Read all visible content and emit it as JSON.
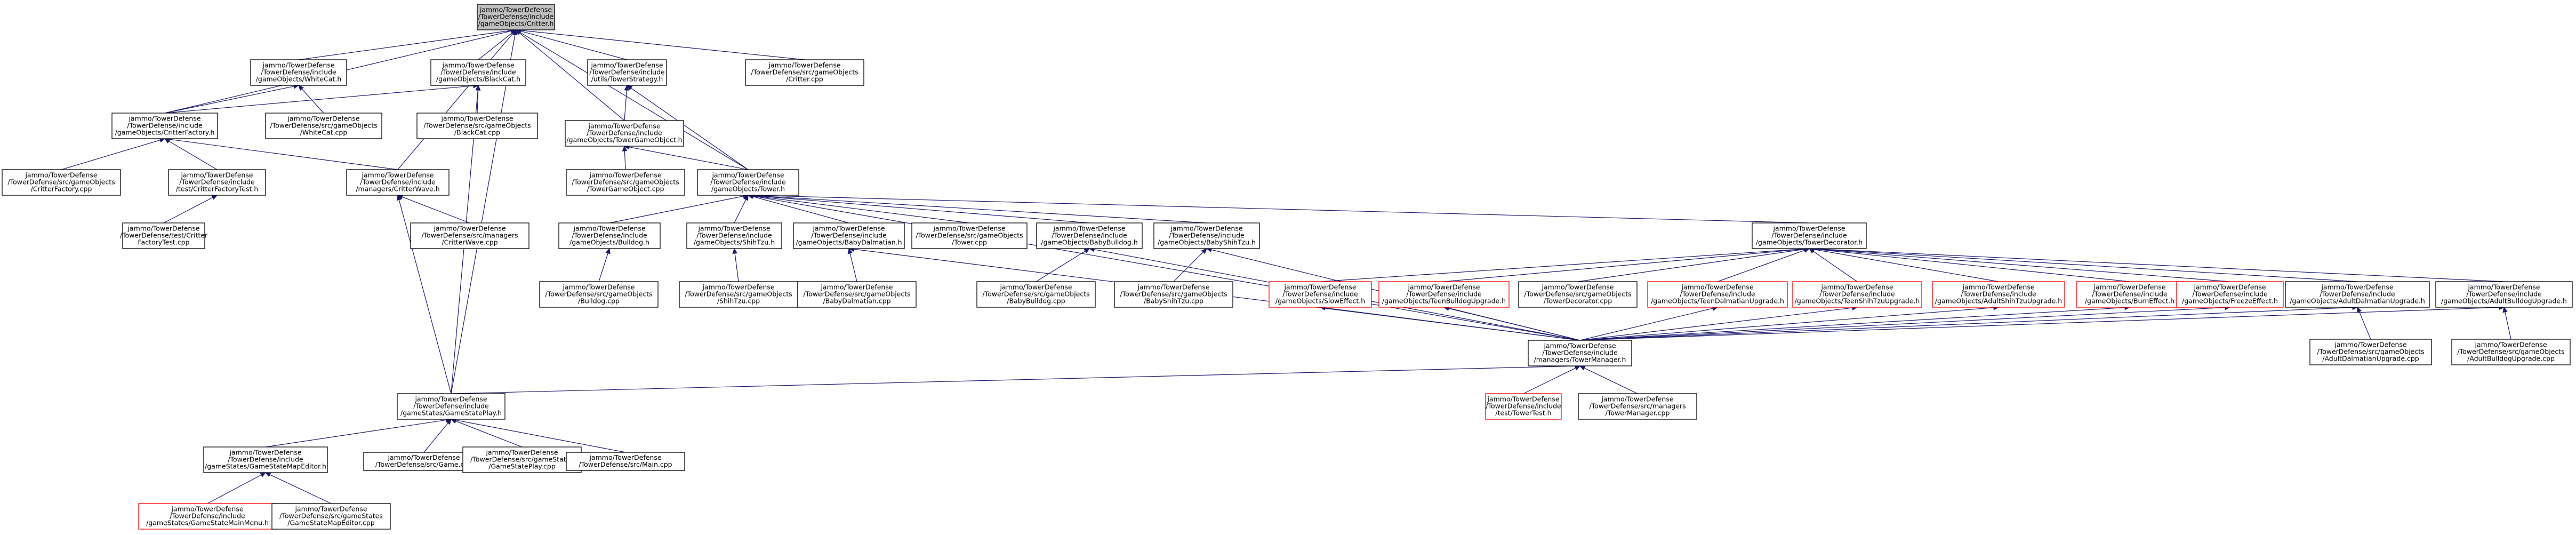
{
  "colors": {
    "edge": "#191970",
    "box_border": "#000000",
    "box_border_incomplete": "#ff0000",
    "root_fill": "#bfbfbf",
    "background": "#ffffff"
  },
  "nodes": [
    {
      "id": "n_critter_h",
      "lines": [
        "jammo/TowerDefense",
        "/TowerDefense/include",
        "/gameObjects/Critter.h"
      ],
      "style": "root"
    },
    {
      "id": "n_whitecat_h",
      "lines": [
        "jammo/TowerDefense",
        "/TowerDefense/include",
        "/gameObjects/WhiteCat.h"
      ],
      "style": "normal"
    },
    {
      "id": "n_blackcat_h",
      "lines": [
        "jammo/TowerDefense",
        "/TowerDefense/include",
        "/gameObjects/BlackCat.h"
      ],
      "style": "normal"
    },
    {
      "id": "n_towerstrategy_h",
      "lines": [
        "jammo/TowerDefense",
        "/TowerDefense/include",
        "/utils/TowerStrategy.h"
      ],
      "style": "normal"
    },
    {
      "id": "n_critter_cpp",
      "lines": [
        "jammo/TowerDefense",
        "/TowerDefense/src/gameObjects",
        "/Critter.cpp"
      ],
      "style": "normal"
    },
    {
      "id": "n_critterfactory_h",
      "lines": [
        "jammo/TowerDefense",
        "/TowerDefense/include",
        "/gameObjects/CritterFactory.h"
      ],
      "style": "normal"
    },
    {
      "id": "n_whitecat_cpp",
      "lines": [
        "jammo/TowerDefense",
        "/TowerDefense/src/gameObjects",
        "/WhiteCat.cpp"
      ],
      "style": "normal"
    },
    {
      "id": "n_blackcat_cpp",
      "lines": [
        "jammo/TowerDefense",
        "/TowerDefense/src/gameObjects",
        "/BlackCat.cpp"
      ],
      "style": "normal"
    },
    {
      "id": "n_towergameobject_h",
      "lines": [
        "jammo/TowerDefense",
        "/TowerDefense/include",
        "/gameObjects/TowerGameObject.h"
      ],
      "style": "normal"
    },
    {
      "id": "n_critterfactory_cpp",
      "lines": [
        "jammo/TowerDefense",
        "/TowerDefense/src/gameObjects",
        "/CritterFactory.cpp"
      ],
      "style": "normal"
    },
    {
      "id": "n_critterfactorytest_h",
      "lines": [
        "jammo/TowerDefense",
        "/TowerDefense/include",
        "/test/CritterFactoryTest.h"
      ],
      "style": "normal"
    },
    {
      "id": "n_critterwave_h",
      "lines": [
        "jammo/TowerDefense",
        "/TowerDefense/include",
        "/managers/CritterWave.h"
      ],
      "style": "normal"
    },
    {
      "id": "n_towergameobject_cpp",
      "lines": [
        "jammo/TowerDefense",
        "/TowerDefense/src/gameObjects",
        "/TowerGameObject.cpp"
      ],
      "style": "normal"
    },
    {
      "id": "n_tower_h",
      "lines": [
        "jammo/TowerDefense",
        "/TowerDefense/include",
        "/gameObjects/Tower.h"
      ],
      "style": "normal"
    },
    {
      "id": "n_critterfactorytest_cpp",
      "lines": [
        "jammo/TowerDefense",
        "/TowerDefense/test/Critter",
        "FactoryTest.cpp"
      ],
      "style": "normal"
    },
    {
      "id": "n_critterwave_cpp",
      "lines": [
        "jammo/TowerDefense",
        "/TowerDefense/src/managers",
        "/CritterWave.cpp"
      ],
      "style": "normal"
    },
    {
      "id": "n_bulldog_h",
      "lines": [
        "jammo/TowerDefense",
        "/TowerDefense/include",
        "/gameObjects/Bulldog.h"
      ],
      "style": "normal"
    },
    {
      "id": "n_shihtzu_h",
      "lines": [
        "jammo/TowerDefense",
        "/TowerDefense/include",
        "/gameObjects/ShihTzu.h"
      ],
      "style": "normal"
    },
    {
      "id": "n_babydalmatian_h",
      "lines": [
        "jammo/TowerDefense",
        "/TowerDefense/include",
        "/gameObjects/BabyDalmatian.h"
      ],
      "style": "normal"
    },
    {
      "id": "n_tower_cpp",
      "lines": [
        "jammo/TowerDefense",
        "/TowerDefense/src/gameObjects",
        "/Tower.cpp"
      ],
      "style": "normal"
    },
    {
      "id": "n_babybulldog_h",
      "lines": [
        "jammo/TowerDefense",
        "/TowerDefense/include",
        "/gameObjects/BabyBulldog.h"
      ],
      "style": "normal"
    },
    {
      "id": "n_babyshihtzu_h",
      "lines": [
        "jammo/TowerDefense",
        "/TowerDefense/include",
        "/gameObjects/BabyShihTzu.h"
      ],
      "style": "normal"
    },
    {
      "id": "n_towerdecorator_h",
      "lines": [
        "jammo/TowerDefense",
        "/TowerDefense/include",
        "/gameObjects/TowerDecorator.h"
      ],
      "style": "normal"
    },
    {
      "id": "n_bulldog_cpp",
      "lines": [
        "jammo/TowerDefense",
        "/TowerDefense/src/gameObjects",
        "/Bulldog.cpp"
      ],
      "style": "normal"
    },
    {
      "id": "n_shihtzu_cpp",
      "lines": [
        "jammo/TowerDefense",
        "/TowerDefense/src/gameObjects",
        "/ShihTzu.cpp"
      ],
      "style": "normal"
    },
    {
      "id": "n_babydalmatian_cpp",
      "lines": [
        "jammo/TowerDefense",
        "/TowerDefense/src/gameObjects",
        "/BabyDalmatian.cpp"
      ],
      "style": "normal"
    },
    {
      "id": "n_babybulldog_cpp",
      "lines": [
        "jammo/TowerDefense",
        "/TowerDefense/src/gameObjects",
        "/BabyBulldog.cpp"
      ],
      "style": "normal"
    },
    {
      "id": "n_babyshihtzu_cpp",
      "lines": [
        "jammo/TowerDefense",
        "/TowerDefense/src/gameObjects",
        "/BabyShihTzu.cpp"
      ],
      "style": "normal"
    },
    {
      "id": "n_sloweffect_h",
      "lines": [
        "jammo/TowerDefense",
        "/TowerDefense/include",
        "/gameObjects/SlowEffect.h"
      ],
      "style": "red"
    },
    {
      "id": "n_teenbulldogupgrade_h",
      "lines": [
        "jammo/TowerDefense",
        "/TowerDefense/include",
        "/gameObjects/TeenBulldogUpgrade.h"
      ],
      "style": "red"
    },
    {
      "id": "n_towerdecorator_cpp",
      "lines": [
        "jammo/TowerDefense",
        "/TowerDefense/src/gameObjects",
        "/TowerDecorator.cpp"
      ],
      "style": "normal"
    },
    {
      "id": "n_teendalmatianupgrade_h",
      "lines": [
        "jammo/TowerDefense",
        "/TowerDefense/include",
        "/gameObjects/TeenDalmatianUpgrade.h"
      ],
      "style": "red"
    },
    {
      "id": "n_teenshihtzuupgrade_h",
      "lines": [
        "jammo/TowerDefense",
        "/TowerDefense/include",
        "/gameObjects/TeenShihTzuUpgrade.h"
      ],
      "style": "red"
    },
    {
      "id": "n_adultshihtzuupgrade_h",
      "lines": [
        "jammo/TowerDefense",
        "/TowerDefense/include",
        "/gameObjects/AdultShihTzuUpgrade.h"
      ],
      "style": "red"
    },
    {
      "id": "n_burneffect_h",
      "lines": [
        "jammo/TowerDefense",
        "/TowerDefense/include",
        "/gameObjects/BurnEffect.h"
      ],
      "style": "red"
    },
    {
      "id": "n_freezeeffect_h",
      "lines": [
        "jammo/TowerDefense",
        "/TowerDefense/include",
        "/gameObjects/FreezeEffect.h"
      ],
      "style": "red"
    },
    {
      "id": "n_adultdalmatianupgrade_h",
      "lines": [
        "jammo/TowerDefense",
        "/TowerDefense/include",
        "/gameObjects/AdultDalmatianUpgrade.h"
      ],
      "style": "normal"
    },
    {
      "id": "n_adultbulldogupgrade_h",
      "lines": [
        "jammo/TowerDefense",
        "/TowerDefense/include",
        "/gameObjects/AdultBulldogUpgrade.h"
      ],
      "style": "normal"
    },
    {
      "id": "n_towermanager_h",
      "lines": [
        "jammo/TowerDefense",
        "/TowerDefense/include",
        "/managers/TowerManager.h"
      ],
      "style": "normal"
    },
    {
      "id": "n_adultdalmatianupgrade_cpp",
      "lines": [
        "jammo/TowerDefense",
        "/TowerDefense/src/gameObjects",
        "/AdultDalmatianUpgrade.cpp"
      ],
      "style": "normal"
    },
    {
      "id": "n_adultbulldogupgrade_cpp",
      "lines": [
        "jammo/TowerDefense",
        "/TowerDefense/src/gameObjects",
        "/AdultBulldogUpgrade.cpp"
      ],
      "style": "normal"
    },
    {
      "id": "n_gamestateplay_h",
      "lines": [
        "jammo/TowerDefense",
        "/TowerDefense/include",
        "/gameStates/GameStatePlay.h"
      ],
      "style": "normal"
    },
    {
      "id": "n_towertest_h",
      "lines": [
        "jammo/TowerDefense",
        "/TowerDefense/include",
        "/test/TowerTest.h"
      ],
      "style": "red"
    },
    {
      "id": "n_towermanager_cpp",
      "lines": [
        "jammo/TowerDefense",
        "/TowerDefense/src/managers",
        "/TowerManager.cpp"
      ],
      "style": "normal"
    },
    {
      "id": "n_gamestatemapeditor_h",
      "lines": [
        "jammo/TowerDefense",
        "/TowerDefense/include",
        "/gameStates/GameStateMapEditor.h"
      ],
      "style": "normal"
    },
    {
      "id": "n_game_cpp",
      "lines": [
        "jammo/TowerDefense",
        "/TowerDefense/src/Game.cpp"
      ],
      "style": "normal"
    },
    {
      "id": "n_gamestateplay_cpp",
      "lines": [
        "jammo/TowerDefense",
        "/TowerDefense/src/gameStates",
        "/GameStatePlay.cpp"
      ],
      "style": "normal"
    },
    {
      "id": "n_main_cpp",
      "lines": [
        "jammo/TowerDefense",
        "/TowerDefense/src/Main.cpp"
      ],
      "style": "normal"
    },
    {
      "id": "n_gamestatemainmenu_h",
      "lines": [
        "jammo/TowerDefense",
        "/TowerDefense/include",
        "/gameStates/GameStateMainMenu.h"
      ],
      "style": "red"
    },
    {
      "id": "n_gamestatemapeditor_cpp",
      "lines": [
        "jammo/TowerDefense",
        "/TowerDefense/src/gameStates",
        "/GameStateMapEditor.cpp"
      ],
      "style": "normal"
    }
  ],
  "edges": [
    [
      "n_whitecat_h",
      "n_critter_h"
    ],
    [
      "n_blackcat_h",
      "n_critter_h"
    ],
    [
      "n_towerstrategy_h",
      "n_critter_h"
    ],
    [
      "n_critter_cpp",
      "n_critter_h"
    ],
    [
      "n_critterfactory_h",
      "n_critter_h"
    ],
    [
      "n_towergameobject_h",
      "n_critter_h"
    ],
    [
      "n_critterwave_h",
      "n_critter_h"
    ],
    [
      "n_tower_h",
      "n_critter_h"
    ],
    [
      "n_gamestateplay_h",
      "n_critter_h"
    ],
    [
      "n_critterfactory_h",
      "n_whitecat_h"
    ],
    [
      "n_whitecat_cpp",
      "n_whitecat_h"
    ],
    [
      "n_critterfactory_h",
      "n_blackcat_h"
    ],
    [
      "n_blackcat_cpp",
      "n_blackcat_h"
    ],
    [
      "n_gamestateplay_h",
      "n_blackcat_h"
    ],
    [
      "n_towergameobject_h",
      "n_towerstrategy_h"
    ],
    [
      "n_tower_h",
      "n_towerstrategy_h"
    ],
    [
      "n_critterfactory_cpp",
      "n_critterfactory_h"
    ],
    [
      "n_critterfactorytest_h",
      "n_critterfactory_h"
    ],
    [
      "n_critterwave_h",
      "n_critterfactory_h"
    ],
    [
      "n_towergameobject_cpp",
      "n_towergameobject_h"
    ],
    [
      "n_tower_h",
      "n_towergameobject_h"
    ],
    [
      "n_critterfactorytest_cpp",
      "n_critterfactorytest_h"
    ],
    [
      "n_critterwave_cpp",
      "n_critterwave_h"
    ],
    [
      "n_gamestateplay_h",
      "n_critterwave_h"
    ],
    [
      "n_bulldog_h",
      "n_tower_h"
    ],
    [
      "n_shihtzu_h",
      "n_tower_h"
    ],
    [
      "n_babydalmatian_h",
      "n_tower_h"
    ],
    [
      "n_tower_cpp",
      "n_tower_h"
    ],
    [
      "n_babybulldog_h",
      "n_tower_h"
    ],
    [
      "n_babyshihtzu_h",
      "n_tower_h"
    ],
    [
      "n_towerdecorator_h",
      "n_tower_h"
    ],
    [
      "n_towermanager_h",
      "n_tower_h"
    ],
    [
      "n_bulldog_cpp",
      "n_bulldog_h"
    ],
    [
      "n_shihtzu_cpp",
      "n_shihtzu_h"
    ],
    [
      "n_babydalmatian_cpp",
      "n_babydalmatian_h"
    ],
    [
      "n_towermanager_h",
      "n_babydalmatian_h"
    ],
    [
      "n_babybulldog_cpp",
      "n_babybulldog_h"
    ],
    [
      "n_towermanager_h",
      "n_babybulldog_h"
    ],
    [
      "n_babyshihtzu_cpp",
      "n_babyshihtzu_h"
    ],
    [
      "n_towermanager_h",
      "n_babyshihtzu_h"
    ],
    [
      "n_sloweffect_h",
      "n_towerdecorator_h"
    ],
    [
      "n_teenbulldogupgrade_h",
      "n_towerdecorator_h"
    ],
    [
      "n_towerdecorator_cpp",
      "n_towerdecorator_h"
    ],
    [
      "n_teendalmatianupgrade_h",
      "n_towerdecorator_h"
    ],
    [
      "n_teenshihtzuupgrade_h",
      "n_towerdecorator_h"
    ],
    [
      "n_adultshihtzuupgrade_h",
      "n_towerdecorator_h"
    ],
    [
      "n_burneffect_h",
      "n_towerdecorator_h"
    ],
    [
      "n_freezeeffect_h",
      "n_towerdecorator_h"
    ],
    [
      "n_adultdalmatianupgrade_h",
      "n_towerdecorator_h"
    ],
    [
      "n_adultbulldogupgrade_h",
      "n_towerdecorator_h"
    ],
    [
      "n_towermanager_h",
      "n_sloweffect_h"
    ],
    [
      "n_towermanager_h",
      "n_teenbulldogupgrade_h"
    ],
    [
      "n_towermanager_h",
      "n_teendalmatianupgrade_h"
    ],
    [
      "n_towermanager_h",
      "n_teenshihtzuupgrade_h"
    ],
    [
      "n_towermanager_h",
      "n_adultshihtzuupgrade_h"
    ],
    [
      "n_towermanager_h",
      "n_burneffect_h"
    ],
    [
      "n_towermanager_h",
      "n_freezeeffect_h"
    ],
    [
      "n_towermanager_h",
      "n_adultdalmatianupgrade_h"
    ],
    [
      "n_towermanager_h",
      "n_adultbulldogupgrade_h"
    ],
    [
      "n_adultdalmatianupgrade_cpp",
      "n_adultdalmatianupgrade_h"
    ],
    [
      "n_adultbulldogupgrade_cpp",
      "n_adultbulldogupgrade_h"
    ],
    [
      "n_gamestateplay_h",
      "n_towermanager_h"
    ],
    [
      "n_towertest_h",
      "n_towermanager_h"
    ],
    [
      "n_towermanager_cpp",
      "n_towermanager_h"
    ],
    [
      "n_gamestatemapeditor_h",
      "n_gamestateplay_h"
    ],
    [
      "n_game_cpp",
      "n_gamestateplay_h"
    ],
    [
      "n_gamestateplay_cpp",
      "n_gamestateplay_h"
    ],
    [
      "n_main_cpp",
      "n_gamestateplay_h"
    ],
    [
      "n_gamestatemainmenu_h",
      "n_gamestatemapeditor_h"
    ],
    [
      "n_gamestatemapeditor_cpp",
      "n_gamestatemapeditor_h"
    ]
  ]
}
